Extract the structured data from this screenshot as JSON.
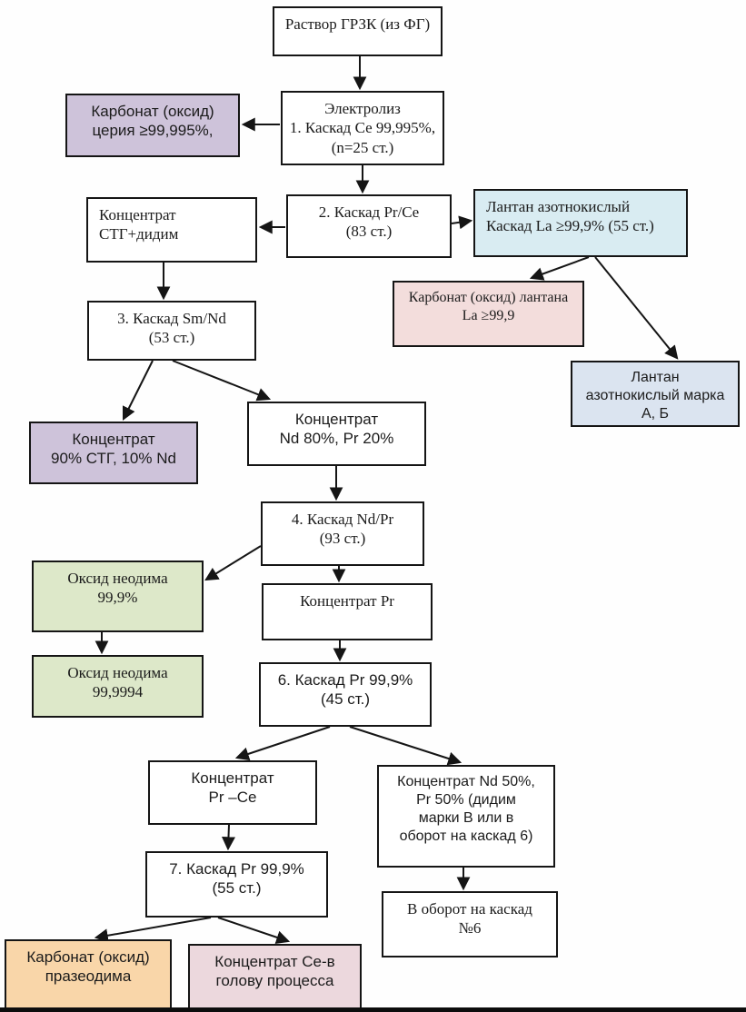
{
  "page": {
    "background": "#ffffff",
    "line_color": "#151515"
  },
  "diagram": {
    "type": "flowchart",
    "language": "ru",
    "nodes": [
      {
        "id": "solution",
        "label": "Раствор ГРЗК (из ФГ)",
        "bg": "#ffffff"
      },
      {
        "id": "electrolysis",
        "label": "Электролиз\n1. Каскад Се 99,995%,\n(n=25 ст.)",
        "bg": "#ffffff"
      },
      {
        "id": "cerium-carbonate",
        "label": "Карбонат (оксид)\nцерия ≥99,995%,",
        "bg": "#cec3da"
      },
      {
        "id": "stg-didym-concentrate",
        "label": "Концентрат\nСТГ+дидим",
        "bg": "#ffffff"
      },
      {
        "id": "cascade2-pr-ce",
        "label": "2.  Каскад Pr/Ce\n(83 ст.)",
        "bg": "#ffffff"
      },
      {
        "id": "lanthanum-nitrate-cascade",
        "label": "Лантан азотнокислый\nКаскад La ≥99,9% (55 ст.)",
        "bg": "#d9ecf2"
      },
      {
        "id": "lanthanum-carbonate",
        "label": "Карбонат (оксид) лантана\nLa ≥99,9",
        "bg": "#f3dddc"
      },
      {
        "id": "lanthanum-nitrate-grade",
        "label": "Лантан\nазотнокислый марка\nА, Б",
        "bg": "#dbe4f0"
      },
      {
        "id": "cascade3-sm-nd",
        "label": "3. Каскад Sm/Nd\n(53 ст.)",
        "bg": "#ffffff"
      },
      {
        "id": "stg90-nd10-concentrate",
        "label": "Концентрат\n90% СТГ, 10% Nd",
        "bg": "#cec3da"
      },
      {
        "id": "nd80-pr20-concentrate",
        "label": "Концентрат\nNd 80%, Pr 20%",
        "bg": "#ffffff"
      },
      {
        "id": "cascade4-nd-pr",
        "label": "4. Каскад Nd/Pr\n(93 ст.)",
        "bg": "#ffffff"
      },
      {
        "id": "neodymium-oxide-99-9",
        "label": "Оксид неодима\n99,9%",
        "bg": "#dde8c9"
      },
      {
        "id": "pr-concentrate",
        "label": "Концентрат Pr",
        "bg": "#ffffff"
      },
      {
        "id": "neodymium-oxide-99-9994",
        "label": "Оксид неодима\n99,9994",
        "bg": "#dde8c9"
      },
      {
        "id": "cascade6-pr",
        "label": "6. Каскад Pr 99,9%\n(45 ст.)",
        "bg": "#ffffff"
      },
      {
        "id": "pr-ce-concentrate",
        "label": "Концентрат\nPr –Ce",
        "bg": "#ffffff"
      },
      {
        "id": "nd50-pr50-concentrate",
        "label": "Концентрат Nd 50%,\nPr 50% (дидим\nмарки В или в\nоборот на каскад 6)",
        "bg": "#ffffff"
      },
      {
        "id": "cascade7-pr",
        "label": "7. Каскад Pr 99,9%\n(55 ст.)",
        "bg": "#ffffff"
      },
      {
        "id": "recycle-to-cascade6",
        "label": "В оборот на каскад\n№6",
        "bg": "#ffffff"
      },
      {
        "id": "praseodymium-carbonate",
        "label": "Карбонат (оксид)\nпразеодима",
        "bg": "#f9d6a9"
      },
      {
        "id": "ce-concentrate-to-head",
        "label": "Концентрат Се-в\nголову процесса",
        "bg": "#ecd8dd"
      }
    ],
    "edges": [
      {
        "from": "solution",
        "to": "electrolysis"
      },
      {
        "from": "electrolysis",
        "to": "cerium-carbonate"
      },
      {
        "from": "electrolysis",
        "to": "cascade2-pr-ce"
      },
      {
        "from": "cascade2-pr-ce",
        "to": "stg-didym-concentrate"
      },
      {
        "from": "cascade2-pr-ce",
        "to": "lanthanum-nitrate-cascade"
      },
      {
        "from": "stg-didym-concentrate",
        "to": "cascade3-sm-nd"
      },
      {
        "from": "lanthanum-nitrate-cascade",
        "to": "lanthanum-carbonate"
      },
      {
        "from": "lanthanum-nitrate-cascade",
        "to": "lanthanum-nitrate-grade"
      },
      {
        "from": "cascade3-sm-nd",
        "to": "stg90-nd10-concentrate"
      },
      {
        "from": "cascade3-sm-nd",
        "to": "nd80-pr20-concentrate"
      },
      {
        "from": "nd80-pr20-concentrate",
        "to": "cascade4-nd-pr"
      },
      {
        "from": "cascade4-nd-pr",
        "to": "neodymium-oxide-99-9"
      },
      {
        "from": "cascade4-nd-pr",
        "to": "pr-concentrate"
      },
      {
        "from": "neodymium-oxide-99-9",
        "to": "neodymium-oxide-99-9994"
      },
      {
        "from": "pr-concentrate",
        "to": "cascade6-pr"
      },
      {
        "from": "cascade6-pr",
        "to": "pr-ce-concentrate"
      },
      {
        "from": "cascade6-pr",
        "to": "nd50-pr50-concentrate"
      },
      {
        "from": "pr-ce-concentrate",
        "to": "cascade7-pr"
      },
      {
        "from": "nd50-pr50-concentrate",
        "to": "recycle-to-cascade6"
      },
      {
        "from": "cascade7-pr",
        "to": "praseodymium-carbonate"
      },
      {
        "from": "cascade7-pr",
        "to": "ce-concentrate-to-head"
      }
    ]
  }
}
